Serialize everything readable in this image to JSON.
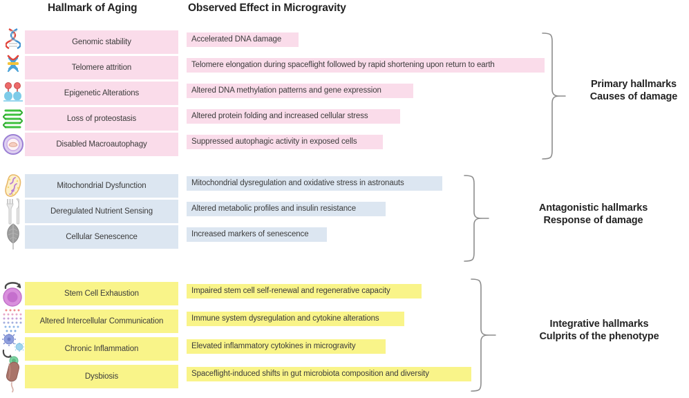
{
  "headers": {
    "hallmark": "Hallmark of Aging",
    "effect": "Observed Effect in Microgravity"
  },
  "colors": {
    "pink": "#fadcea",
    "blue": "#dce6f1",
    "yellow": "#f9f489",
    "text": "#3b3b3b",
    "heading": "#232323",
    "brace": "#8c8c8c",
    "background": "#ffffff"
  },
  "sections": [
    {
      "id": "primary",
      "theme": "pink",
      "group_label_line1": "Primary hallmarks",
      "group_label_line2": "Causes of damage",
      "rows": [
        {
          "icon": "dna-helix-icon",
          "hallmark": "Genomic stability",
          "effect": "Accelerated DNA damage",
          "effect_width": 162
        },
        {
          "icon": "chromosome-icon",
          "hallmark": "Telomere attrition",
          "effect": "Telomere elongation during spaceflight followed by rapid shortening upon return to earth",
          "effect_width": 518
        },
        {
          "icon": "histone-epigenetics-icon",
          "hallmark": "Epigenetic Alterations",
          "effect": "Altered DNA methylation patterns and gene expression",
          "effect_width": 328
        },
        {
          "icon": "folded-protein-icon",
          "hallmark": "Loss of proteostasis",
          "effect": "Altered protein folding and increased cellular stress",
          "effect_width": 309
        },
        {
          "icon": "autophagosome-icon",
          "hallmark": "Disabled Macroautophagy",
          "effect": "Suppressed autophagic activity in exposed cells",
          "effect_width": 284
        }
      ]
    },
    {
      "id": "antagonistic",
      "theme": "blue",
      "group_label_line1": "Antagonistic hallmarks",
      "group_label_line2": "Response of damage",
      "rows": [
        {
          "icon": "mitochondrion-icon",
          "hallmark": "Mitochondrial Dysfunction",
          "effect": "Mitochondrial dysregulation and oxidative stress in astronauts",
          "effect_width": 370
        },
        {
          "icon": "fork-knife-icon",
          "hallmark": "Deregulated Nutrient Sensing",
          "effect": "Altered metabolic profiles and insulin resistance",
          "effect_width": 288
        },
        {
          "icon": "senescent-leaf-icon",
          "hallmark": "Cellular Senescence",
          "effect": "Increased markers of senescence",
          "effect_width": 203
        }
      ]
    },
    {
      "id": "integrative",
      "theme": "yellow",
      "group_label_line1": "Integrative hallmarks",
      "group_label_line2": "Culprits of the phenotype",
      "rows": [
        {
          "icon": "stem-cell-icon",
          "hallmark": "Stem Cell Exhaustion",
          "effect": "Impaired stem cell self-renewal and regenerative capacity",
          "effect_width": 340
        },
        {
          "icon": "intercellular-signal-grid-icon",
          "hallmark": "Altered Intercellular Communication",
          "effect": "Immune system dysregulation and cytokine alterations",
          "effect_width": 315
        },
        {
          "icon": "inflammation-cells-icon",
          "hallmark": "Chronic Inflammation",
          "effect": "Elevated inflammatory cytokines in microgravity",
          "effect_width": 288
        },
        {
          "icon": "bacterium-icon",
          "hallmark": "Dysbiosis",
          "effect": "Spaceflight-induced shifts in gut microbiota composition and diversity",
          "effect_width": 412
        }
      ]
    }
  ]
}
